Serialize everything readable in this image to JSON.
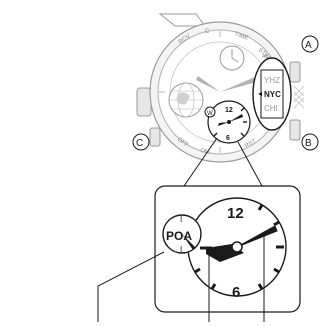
{
  "watch": {
    "bezel_labels": [
      "RCV",
      "C",
      "TIME",
      "STW",
      "OFF",
      "ON",
      "RST",
      "AT"
    ],
    "buttons": {
      "a": "A",
      "b": "B",
      "c": "C"
    },
    "city_window": [
      "YHZ",
      "NYC",
      "CHI"
    ],
    "mini_dial": [
      "W",
      "12",
      "6"
    ]
  },
  "detail": {
    "dial_numbers": {
      "top": "12",
      "bottom": "6"
    },
    "indicator": {
      "letters": "POA",
      "marks": [
        "I",
        "I"
      ]
    }
  },
  "colors": {
    "line": "#1a1a1a",
    "gray_outline": "#9a9a9a",
    "light_fill": "#e6e6e6",
    "mid_fill": "#c8c8c8"
  }
}
